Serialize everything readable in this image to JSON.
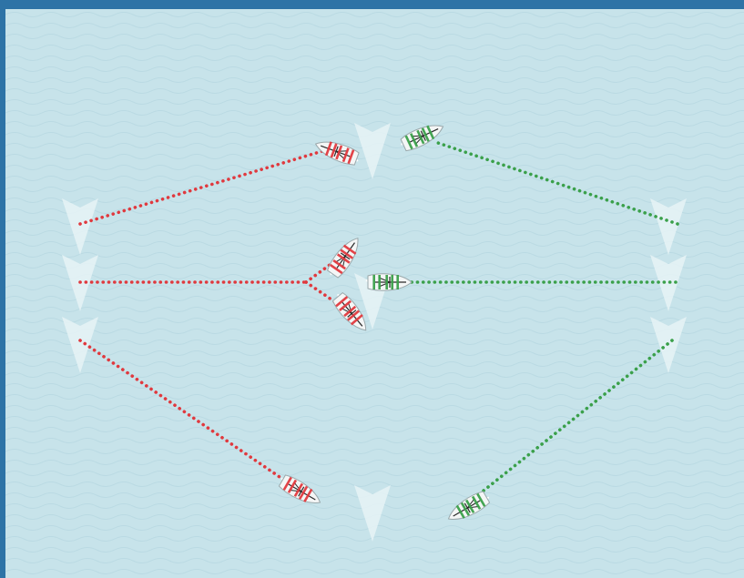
{
  "colors": {
    "frame": "#2d73a6",
    "water": "#c7e3ea",
    "wave_line": "#b9d9e2",
    "wind_arrow": "#e6f3f6",
    "red_track": "#e0393e",
    "green_track": "#3aa04a",
    "hull": "#f4f6f6",
    "sail": "#ffffff",
    "rigging": "#2b2b2b"
  },
  "wind_arrow_icons": [
    "wind-arrow-icon",
    "wind-arrow-icon",
    "wind-arrow-icon",
    "wind-arrow-icon",
    "wind-arrow-icon",
    "wind-arrow-icon",
    "wind-arrow-icon",
    "wind-arrow-icon",
    "wind-arrow-icon"
  ],
  "tracks": [
    {
      "side": "red",
      "group": "upwind-top"
    },
    {
      "side": "green",
      "group": "upwind-top"
    },
    {
      "side": "red",
      "group": "beam-reach"
    },
    {
      "side": "red",
      "group": "beam-reach-split-upper"
    },
    {
      "side": "red",
      "group": "beam-reach-split-lower"
    },
    {
      "side": "green",
      "group": "beam-reach"
    },
    {
      "side": "red",
      "group": "downwind"
    },
    {
      "side": "green",
      "group": "downwind"
    }
  ],
  "boats": [
    {
      "icon": "sailboat-icon",
      "side": "red",
      "point_of_sail": "close-hauled"
    },
    {
      "icon": "sailboat-icon",
      "side": "green",
      "point_of_sail": "close-hauled"
    },
    {
      "icon": "sailboat-icon",
      "side": "red",
      "point_of_sail": "close-reach"
    },
    {
      "icon": "sailboat-icon",
      "side": "green",
      "point_of_sail": "beam-reach"
    },
    {
      "icon": "sailboat-icon",
      "side": "red",
      "point_of_sail": "broad-reach"
    },
    {
      "icon": "sailboat-icon",
      "side": "red",
      "point_of_sail": "run"
    },
    {
      "icon": "sailboat-icon",
      "side": "green",
      "point_of_sail": "run"
    }
  ]
}
